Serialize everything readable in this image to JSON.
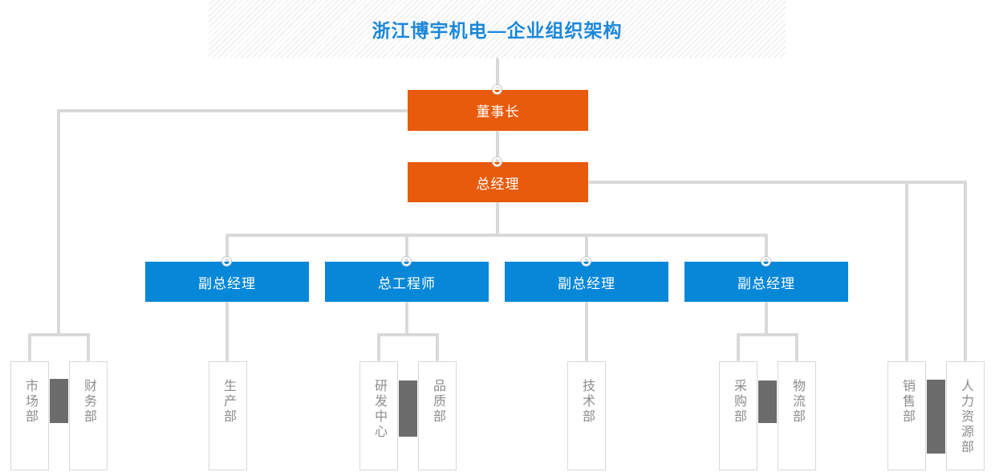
{
  "banner": {
    "title": "浙江博宇机电—企业组织架构"
  },
  "org_chart": {
    "level1": {
      "label": "董事长"
    },
    "level2": {
      "label": "总经理"
    },
    "level3": [
      {
        "label": "副总经理"
      },
      {
        "label": "总工程师"
      },
      {
        "label": "副总经理"
      },
      {
        "label": "副总经理"
      }
    ],
    "departments": [
      {
        "label": "市场部",
        "parent": "董事长"
      },
      {
        "label": "财务部",
        "parent": "董事长"
      },
      {
        "label": "生产部",
        "parent": "副总经理-1"
      },
      {
        "label": "研发中心",
        "parent": "总工程师"
      },
      {
        "label": "品质部",
        "parent": "总工程师"
      },
      {
        "label": "技术部",
        "parent": "副总经理-3"
      },
      {
        "label": "采购部",
        "parent": "副总经理-4"
      },
      {
        "label": "物流部",
        "parent": "副总经理-4"
      },
      {
        "label": "销售部",
        "parent": "总经理"
      },
      {
        "label": "人力资源部",
        "parent": "总经理"
      }
    ]
  },
  "colors": {
    "executive_orange": "#e85b0c",
    "manager_blue": "#0787d8",
    "title_blue": "#1b87da",
    "connector_gray": "#d9d9d9",
    "divider_dark_gray": "#6c6c6c",
    "dept_text_gray": "#8c8c8c"
  }
}
